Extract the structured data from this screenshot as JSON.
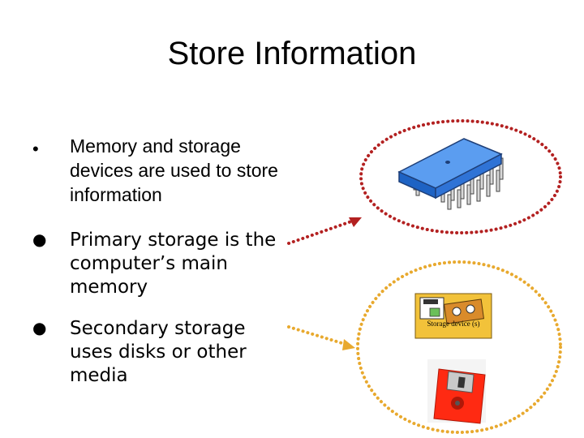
{
  "slide": {
    "title": "Store Information",
    "bullets": [
      {
        "text": "Memory and storage devices are used to store information"
      },
      {
        "text": "Primary storage is the computer’s main memory"
      },
      {
        "text": "Secondary storage uses disks or other media"
      }
    ],
    "images": {
      "storage_device_label": "Storage device (s)"
    },
    "colors": {
      "chip_blue": "#3b82d8",
      "primary_circle": "#b32121",
      "secondary_circle": "#e8a92e",
      "floppy_red": "#ff2a12"
    },
    "icons": [
      "memory-chip-icon",
      "storage-device-icon",
      "floppy-disk-icon"
    ]
  }
}
